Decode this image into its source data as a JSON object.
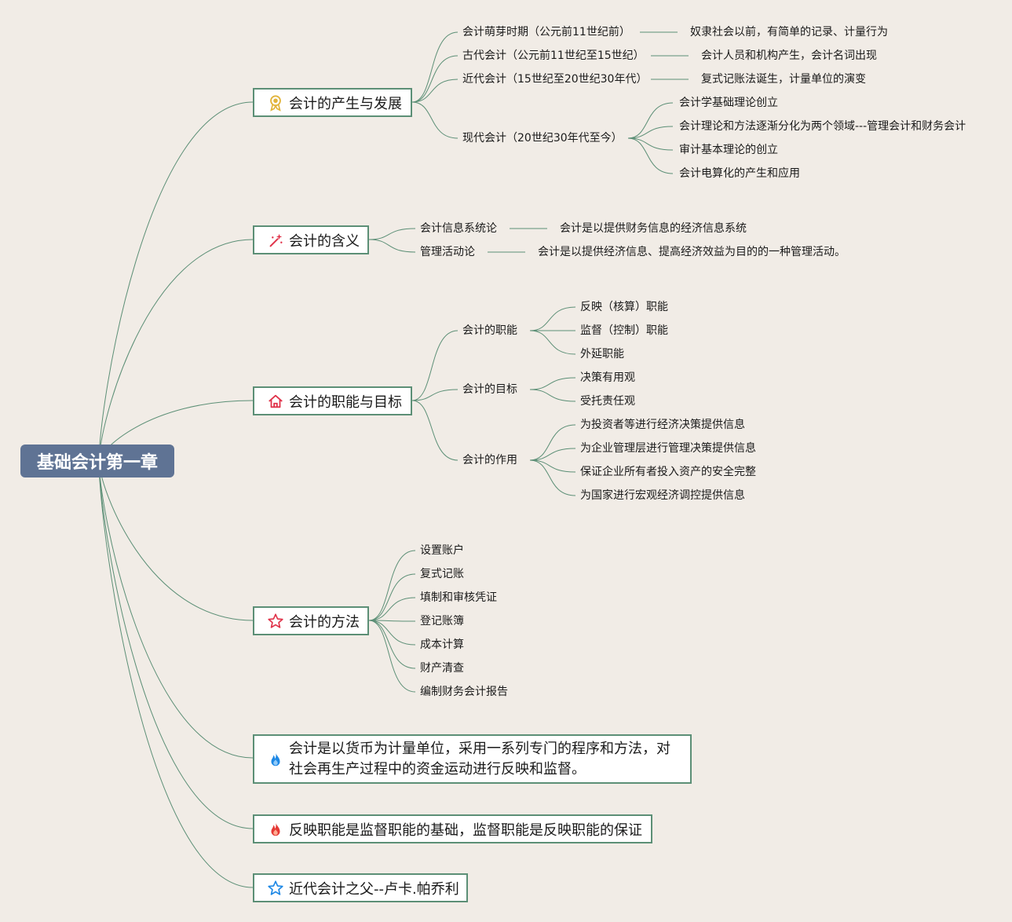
{
  "root": {
    "label": "基础会计第一章"
  },
  "branches": {
    "development": {
      "label": "会计的产生与发展",
      "icon": "ribbon-medal-icon",
      "items": [
        {
          "label": "会计萌芽时期（公元前11世纪前）",
          "note": "奴隶社会以前，有简单的记录、计量行为"
        },
        {
          "label": "古代会计（公元前11世纪至15世纪）",
          "note": "会计人员和机构产生，会计名词出现"
        },
        {
          "label": "近代会计（15世纪至20世纪30年代）",
          "note": "复式记账法诞生，计量单位的演变"
        },
        {
          "label": "现代会计（20世纪30年代至今）",
          "subitems": [
            "会计学基础理论创立",
            "会计理论和方法逐渐分化为两个领域---管理会计和财务会计",
            "审计基本理论的创立",
            "会计电算化的产生和应用"
          ]
        }
      ]
    },
    "meaning": {
      "label": "会计的含义",
      "icon": "magic-wand-icon",
      "items": [
        {
          "label": "会计信息系统论",
          "note": "会计是以提供财务信息的经济信息系统"
        },
        {
          "label": "管理活动论",
          "note": "会计是以提供经济信息、提高经济效益为目的的一种管理活动。"
        }
      ]
    },
    "functions": {
      "label": "会计的职能与目标",
      "icon": "home-icon",
      "groups": [
        {
          "label": "会计的职能",
          "items": [
            "反映（核算）职能",
            "监督（控制）职能",
            "外延职能"
          ]
        },
        {
          "label": "会计的目标",
          "items": [
            "决策有用观",
            "受托责任观"
          ]
        },
        {
          "label": "会计的作用",
          "items": [
            "为投资者等进行经济决策提供信息",
            "为企业管理层进行管理决策提供信息",
            "保证企业所有者投入资产的安全完整",
            "为国家进行宏观经济调控提供信息"
          ]
        }
      ]
    },
    "methods": {
      "label": "会计的方法",
      "icon": "star-outline-red-icon",
      "items": [
        "设置账户",
        "复式记账",
        "填制和审核凭证",
        "登记账簿",
        "成本计算",
        "财产清查",
        "编制财务会计报告"
      ]
    },
    "definition": {
      "lines": [
        "会计是以货币为计量单位，采用一系列专门的程序和方法，对",
        "社会再生产过程中的资金运动进行反映和监督。"
      ],
      "icon": "blue-flame-icon"
    },
    "relation": {
      "label": "反映职能是监督职能的基础，监督职能是反映职能的保证",
      "icon": "red-flame-icon"
    },
    "father": {
      "label": "近代会计之父--卢卡.帕乔利",
      "icon": "star-outline-blue-icon"
    }
  },
  "colors": {
    "background": "#f1ece6",
    "root_fill": "#5f7394",
    "connector": "#5c8f76",
    "topic_border": "#5c8f76"
  }
}
